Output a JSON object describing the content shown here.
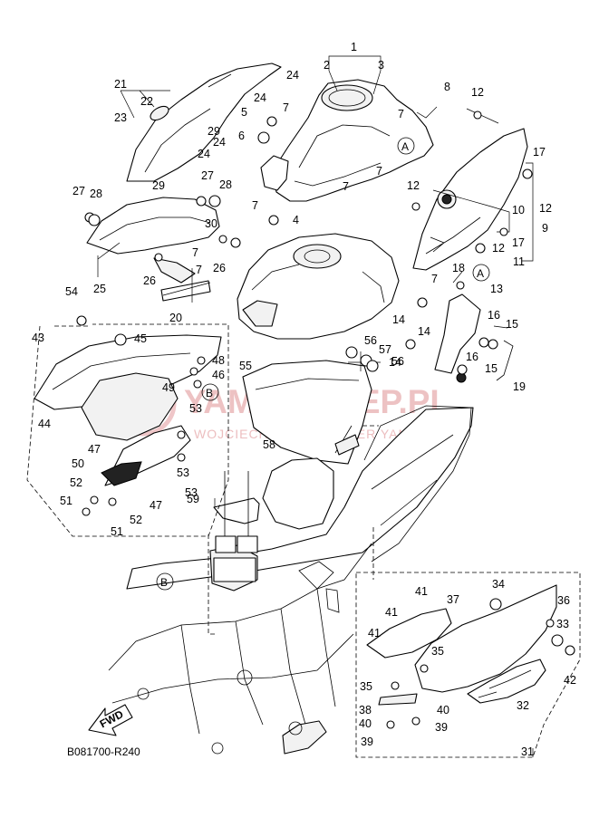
{
  "diagram": {
    "code": "B081700-R240",
    "direction_label": "FWD",
    "watermark": {
      "title": "YAMA-SKLEP.PL",
      "subtitle": "WOJCIECHOWICZ DEALER YAMAHA"
    },
    "ref_markers": [
      "A",
      "A",
      "B",
      "B"
    ],
    "callouts": [
      "1",
      "2",
      "3",
      "4",
      "5",
      "6",
      "7",
      "7",
      "7",
      "7",
      "7",
      "7",
      "7",
      "7",
      "8",
      "9",
      "10",
      "11",
      "12",
      "12",
      "12",
      "12",
      "13",
      "14",
      "14",
      "14",
      "15",
      "15",
      "16",
      "16",
      "17",
      "17",
      "18",
      "19",
      "20",
      "21",
      "22",
      "23",
      "24",
      "24",
      "24",
      "24",
      "25",
      "26",
      "26",
      "27",
      "27",
      "28",
      "28",
      "29",
      "29",
      "30",
      "31",
      "32",
      "33",
      "34",
      "35",
      "35",
      "36",
      "37",
      "38",
      "39",
      "39",
      "40",
      "40",
      "41",
      "41",
      "41",
      "42",
      "43",
      "44",
      "45",
      "46",
      "47",
      "47",
      "48",
      "49",
      "50",
      "51",
      "51",
      "52",
      "52",
      "53",
      "53",
      "53",
      "54",
      "55",
      "56",
      "56",
      "57",
      "58",
      "59"
    ]
  }
}
